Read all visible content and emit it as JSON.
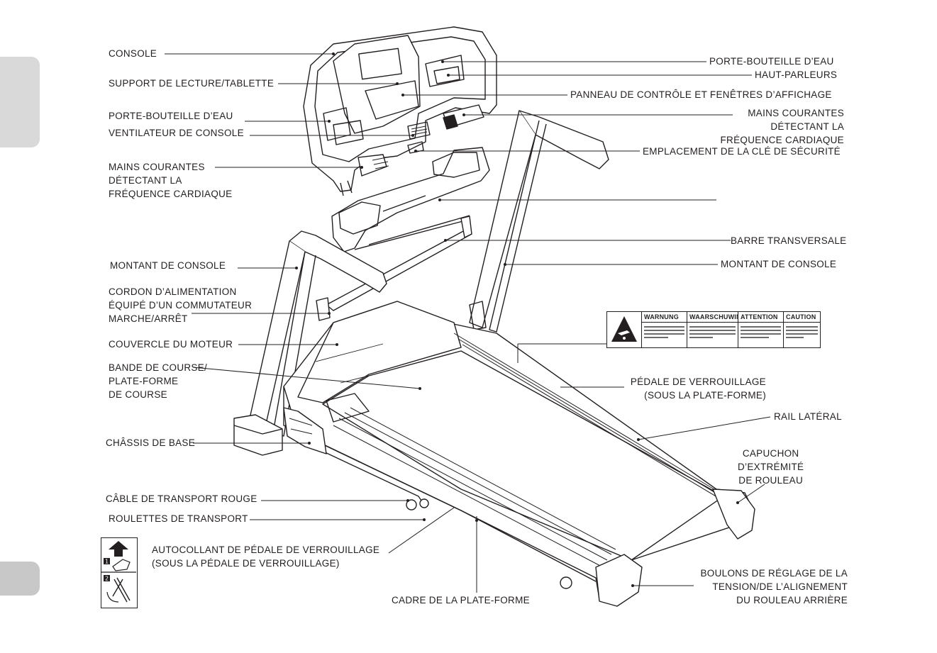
{
  "labels": {
    "console": "CONSOLE",
    "reading_support": "SUPPORT DE LECTURE/TABLETTE",
    "bottle_holder_left": "PORTE-BOUTEILLE D’EAU",
    "console_fan": "VENTILATEUR DE CONSOLE",
    "handgrips_left": "MAINS COURANTES\nDÉTECTANT LA\nFRÉQUENCE CARDIAQUE",
    "upright_left": "MONTANT DE CONSOLE",
    "power_cord": "CORDON D’ALIMENTATION\nÉQUIPÉ D’UN COMMUTATEUR\nMARCHE/ARRÊT",
    "motor_cover": "COUVERCLE DU MOTEUR",
    "running_belt": "BANDE DE COURSE/\nPLATE-FORME\nDE COURSE",
    "base_frame": "CHÂSSIS DE BASE",
    "transport_cable": "CÂBLE DE TRANSPORT ROUGE",
    "transport_wheels": "ROULETTES DE TRANSPORT",
    "lock_pedal_sticker": "AUTOCOLLANT DE PÉDALE DE VERROUILLAGE\n(SOUS LA PÉDALE DE VERROUILLAGE)",
    "deck_frame": "CADRE DE LA PLATE-FORME",
    "bottle_holder_right": "PORTE-BOUTEILLE D’EAU",
    "speakers": "HAUT-PARLEURS",
    "control_panel": "PANNEAU DE CONTRÔLE ET FENÊTRES D’AFFICHAGE",
    "handgrips_right": "MAINS COURANTES\nDÉTECTANT LA\nFRÉQUENCE CARDIAQUE",
    "safety_key": "EMPLACEMENT DE LA CLÉ DE SÉCURITÉ",
    "crossbar": "BARRE TRANSVERSALE",
    "upright_right": "MONTANT DE CONSOLE",
    "lock_pedal": "PÉDALE DE VERROUILLAGE\n(SOUS LA PLATE-FORME)",
    "side_rail": "RAIL LATÉRAL",
    "end_cap": "CAPUCHON\nD’EXTRÉMITÉ\nDE ROULEAU",
    "tension_bolts": "BOULONS DE RÉGLAGE DE LA\nTENSION/DE L’ALIGNEMENT\nDU ROULEAU ARRIÈRE"
  },
  "warning_label": {
    "columns": [
      "WARNUNG",
      "WAARSCHUWING",
      "ATTENTION",
      "CAUTION"
    ],
    "icon": "hand-pinch-warning-icon"
  },
  "sticker": {
    "steps": [
      "1",
      "2"
    ],
    "icon": "lock-pedal-steps-icon"
  }
}
